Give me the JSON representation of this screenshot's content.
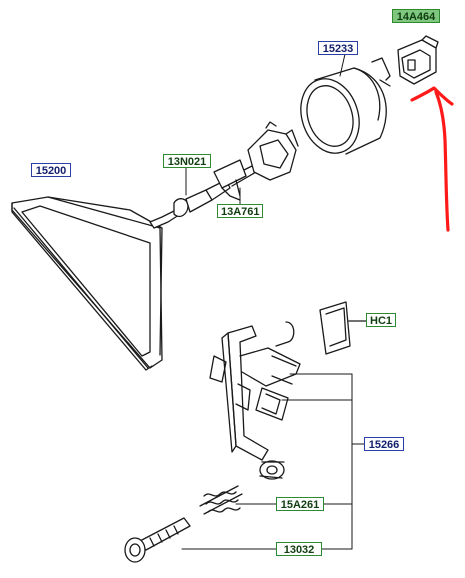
{
  "labels": {
    "p14A464": "14A464",
    "p15233": "15233",
    "p13N021": "13N021",
    "p15200": "15200",
    "p13A761": "13A761",
    "pHC1": "HC1",
    "p15266": "15266",
    "p15A261": "15A261",
    "p13032": "13032"
  },
  "colors": {
    "blue_label_border": "#2a3ea8",
    "green_label_border": "#2e8a2e",
    "green_label_fill": "#7fc77f",
    "arrow": "#ff1a1a",
    "line_art": "#1a1a1a"
  }
}
